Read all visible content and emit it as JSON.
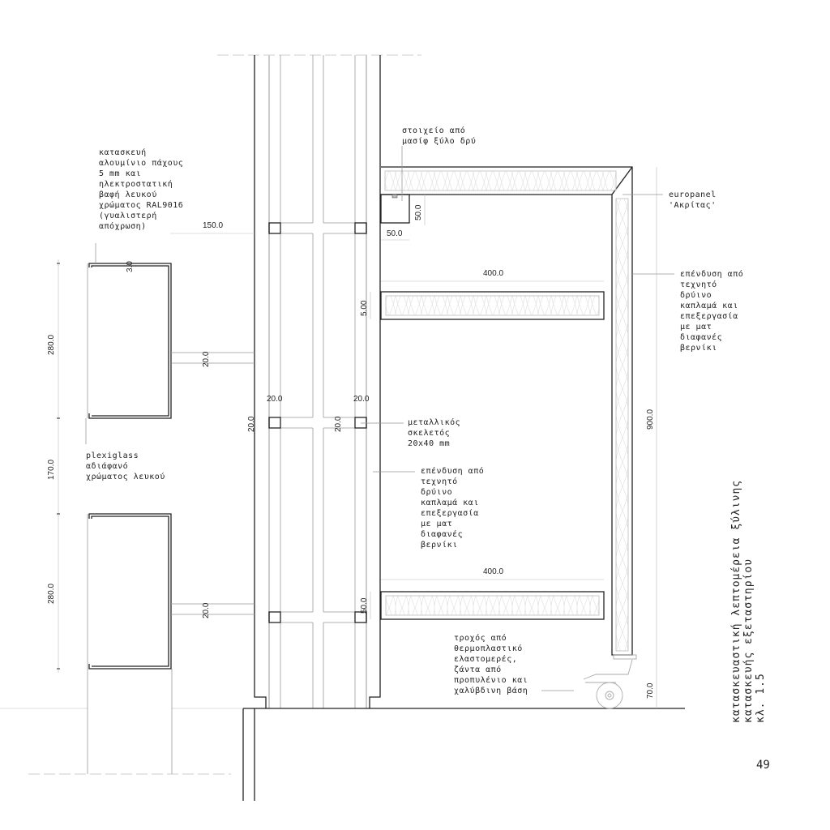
{
  "notes": {
    "aluminium": [
      "κατασκευή",
      "αλουμίνιο πάχους",
      "5 mm και",
      "ηλεκτροστατική",
      "βαφή λευκού",
      "χρώματος RAL9016",
      "(γυαλιστερή",
      "απόχρωση)"
    ],
    "plexiglass": [
      "plexiglass",
      "αδιάφανό",
      "χρώματος λευκού"
    ],
    "oak_element": [
      "στοιχείο από",
      "μασίφ ξύλο δρύ"
    ],
    "europanel": [
      "europanel",
      "'Ακρίτας'"
    ],
    "veneer_right": [
      "επένδυση από",
      "τεχνητό",
      "δρύινο",
      "καπλαμά και",
      "επεξεργασία",
      "με ματ",
      "διαφανές",
      "βερνίκι"
    ],
    "metal_frame": [
      "μεταλλικός",
      "σκελετός",
      "20x40 mm"
    ],
    "veneer_mid": [
      "επένδυση από",
      "τεχνητό",
      "δρύινο",
      "καπλαμά και",
      "επεξεργασία",
      "με ματ",
      "διαφανές",
      "βερνίκι"
    ],
    "caster": [
      "τροχός από",
      "θερμοπλαστικό",
      "ελαστομερές,",
      "ζάντα από",
      "προπυλένιο και",
      "χαλύβδινη βάση"
    ]
  },
  "dimensions": {
    "d150": "150.0",
    "d3": "3.0",
    "d280a": "280.0",
    "d170": "170.0",
    "d280b": "280.0",
    "d20_box1": "20.0",
    "d20_box2": "20.0",
    "d20_col_left": "20.0",
    "d20_col_right": "20.0",
    "d20_vert_left": "20.0",
    "d20_vert_right": "20.0",
    "d50_h": "50.0",
    "d50_v": "50.0",
    "d400_top": "400.0",
    "d400_bottom": "400.0",
    "d500": "5.00",
    "d50_shelf": "50.0",
    "d900": "900.0",
    "d70": "70.0"
  },
  "title": {
    "line1": "κατασκευαστική λεπτομέρεια ξύλινης",
    "line2": "κατασκευής εξεταστηρίου",
    "scale": "κλ. 1.5"
  },
  "page_number": "49"
}
